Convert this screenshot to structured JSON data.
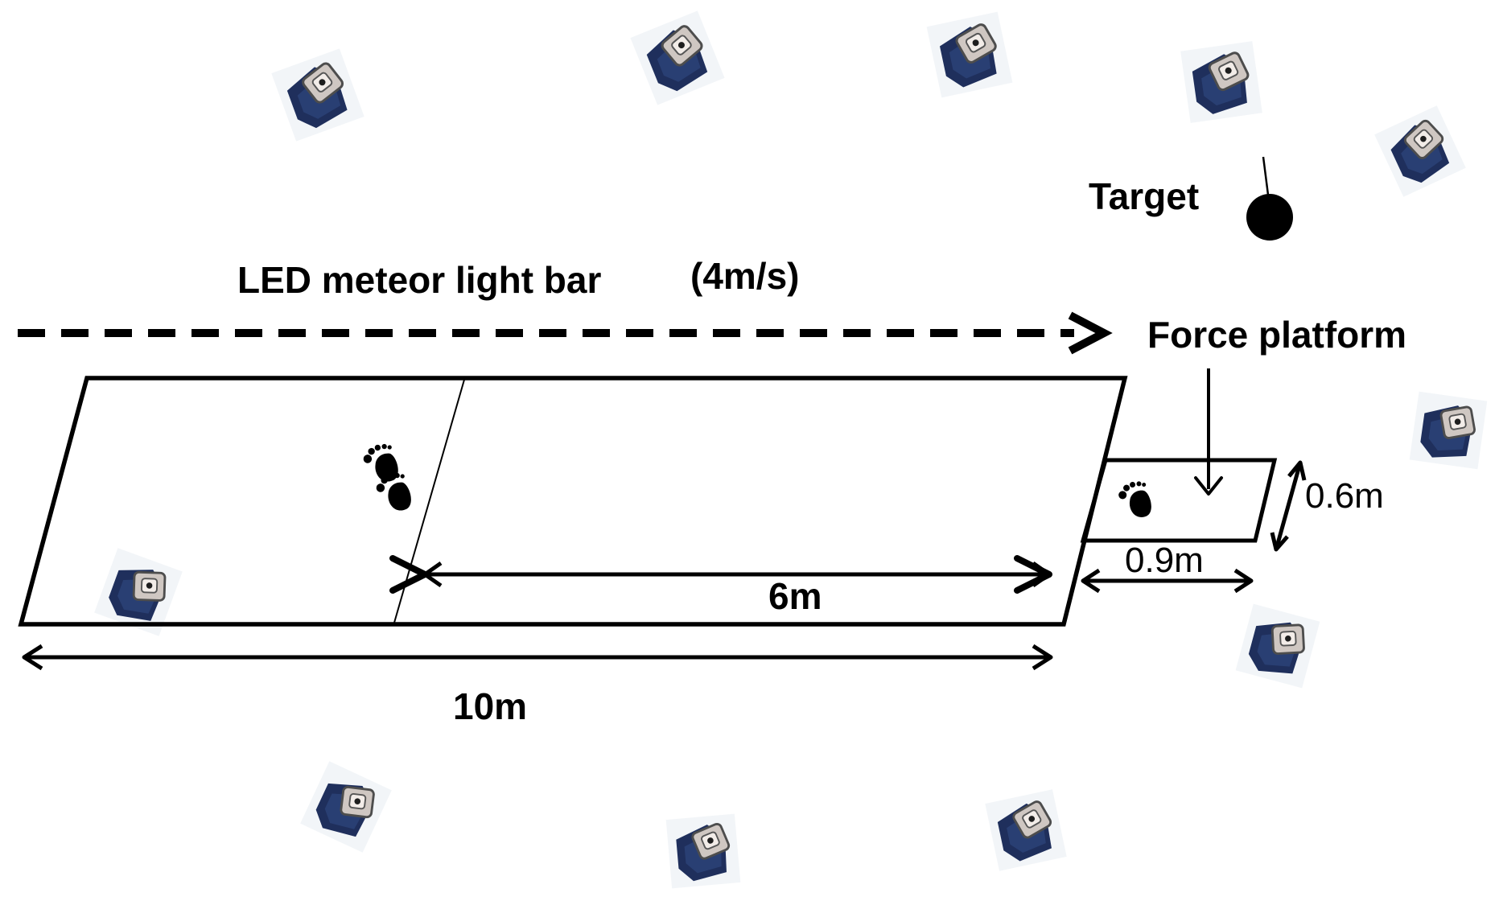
{
  "labels": {
    "led_bar": "LED meteor light bar",
    "led_speed": "(4m/s)",
    "target": "Target",
    "force_platform": "Force platform",
    "dim_6m": "6m",
    "dim_10m": "10m",
    "dim_0_9m": "0.9m",
    "dim_0_6m": "0.6m"
  },
  "icons": {
    "camera": "motion-capture-camera-icon",
    "footprints": "footprints-icon",
    "footprint": "footprint-icon"
  },
  "colors": {
    "camera_body": "#1f2f5c",
    "camera_lens_frame": "#cfc7c2"
  }
}
